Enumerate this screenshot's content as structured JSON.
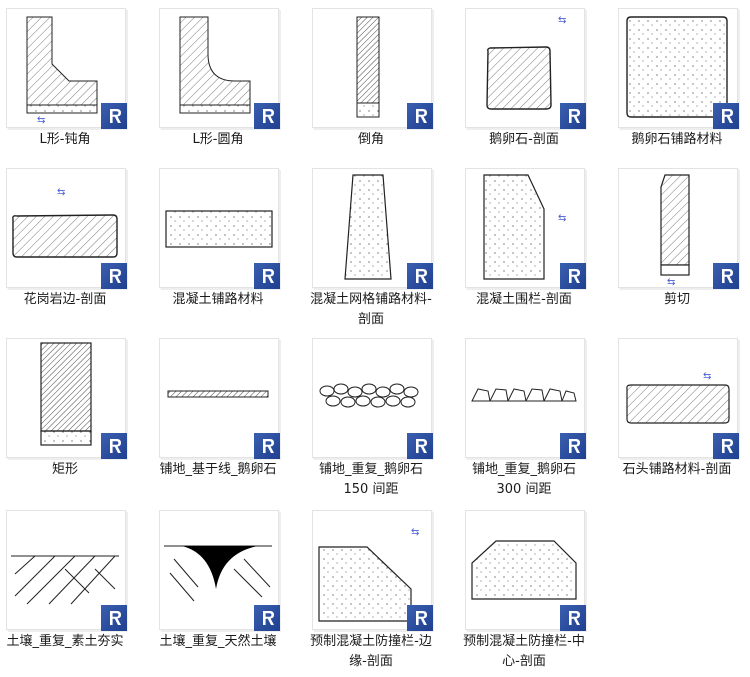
{
  "items": [
    {
      "label": "L形-钝角",
      "icon": "l-shape-obtuse-icon"
    },
    {
      "label": "L形-圆角",
      "icon": "l-shape-rounded-icon"
    },
    {
      "label": "倒角",
      "icon": "chamfer-icon"
    },
    {
      "label": "鹅卵石-剖面",
      "icon": "cobblestone-section-icon"
    },
    {
      "label": "鹅卵石铺路材料",
      "icon": "cobblestone-paving-icon"
    },
    {
      "label": "花岗岩边-剖面",
      "icon": "granite-edge-section-icon"
    },
    {
      "label": "混凝土铺路材料",
      "icon": "concrete-paving-icon"
    },
    {
      "label": "混凝土网格铺路材料-剖面",
      "icon": "concrete-grid-paving-section-icon"
    },
    {
      "label": "混凝土围栏-剖面",
      "icon": "concrete-fence-section-icon"
    },
    {
      "label": "剪切",
      "icon": "shear-icon"
    },
    {
      "label": "矩形",
      "icon": "rectangle-icon"
    },
    {
      "label": "铺地_基于线_鹅卵石",
      "icon": "paving-line-cobblestone-icon"
    },
    {
      "label": "铺地_重复_鹅卵石 150 间距",
      "icon": "paving-repeat-cobblestone-150-icon"
    },
    {
      "label": "铺地_重复_鹅卵石 300 间距",
      "icon": "paving-repeat-cobblestone-300-icon"
    },
    {
      "label": "石头铺路材料-剖面",
      "icon": "stone-paving-section-icon"
    },
    {
      "label": "土壤_重复_素土夯实",
      "icon": "soil-repeat-compacted-icon"
    },
    {
      "label": "土壤_重复_天然土壤",
      "icon": "soil-repeat-natural-icon"
    },
    {
      "label": "预制混凝土防撞栏-边缘-剖面",
      "icon": "precast-barrier-edge-section-icon"
    },
    {
      "label": "预制混凝土防撞栏-中心-剖面",
      "icon": "precast-barrier-center-section-icon"
    }
  ],
  "colors": {
    "badge": "#2a4ea0",
    "flip_arrow": "#4a5fd0",
    "line": "#222222"
  }
}
